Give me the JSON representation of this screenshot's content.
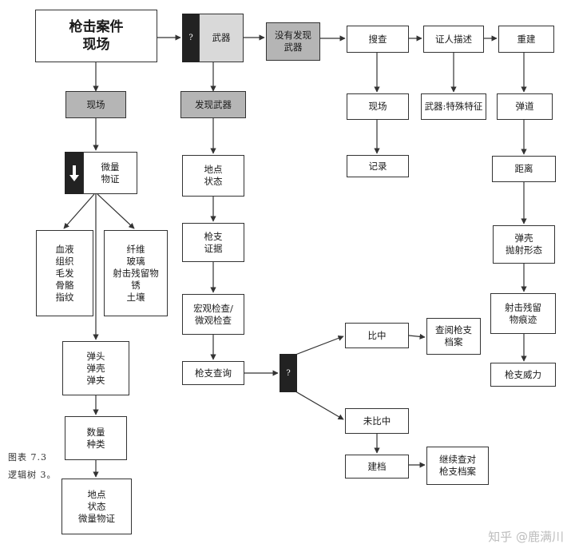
{
  "nodes": {
    "gun_case": "枪击案件\n现场",
    "scene": "现场",
    "micro_evidence": "微量\n物证",
    "bio_list": "血液\n组织\n毛发\n骨骼\n指纹",
    "trace_list": "纤维\n玻璃\n射击残留物\n锈\n土壤",
    "bullet_list": "弹头\n弹壳\n弹夹",
    "quantity_type": "数量\n种类",
    "location_state_trace": "地点\n状态\n微量物证",
    "weapon": "武器",
    "decision_mark": "?",
    "weapon_found": "发现武器",
    "weapon_not_found": "没有发现\n武器",
    "location_state": "地点\n状态",
    "gun_evidence": "枪支\n证据",
    "macro_micro_exam": "宏观检查/\n微观检查",
    "gun_query": "枪支查询",
    "query_decision_mark": "?",
    "match": "比中",
    "consult_archive": "查阅枪支\n档案",
    "no_match": "未比中",
    "file_record": "建档",
    "continue_check": "继续查对\n枪支档案",
    "search": "搜查",
    "search_scene": "现场",
    "record": "记录",
    "witness": "证人描述",
    "weapon_features": "武器:特殊特征",
    "reconstruct": "重建",
    "trajectory": "弹道",
    "distance": "距离",
    "casing_ejection": "弹壳\n抛射形态",
    "gsr_traces": "射击残留\n物痕迹",
    "gun_power": "枪支威力"
  },
  "caption": "图表 7.3\n逻辑树 3。",
  "watermark": "知乎 @鹿满川",
  "colors": {
    "gray_fill": "#b5b5b5",
    "dark_fill": "#222222",
    "line": "#333333"
  }
}
